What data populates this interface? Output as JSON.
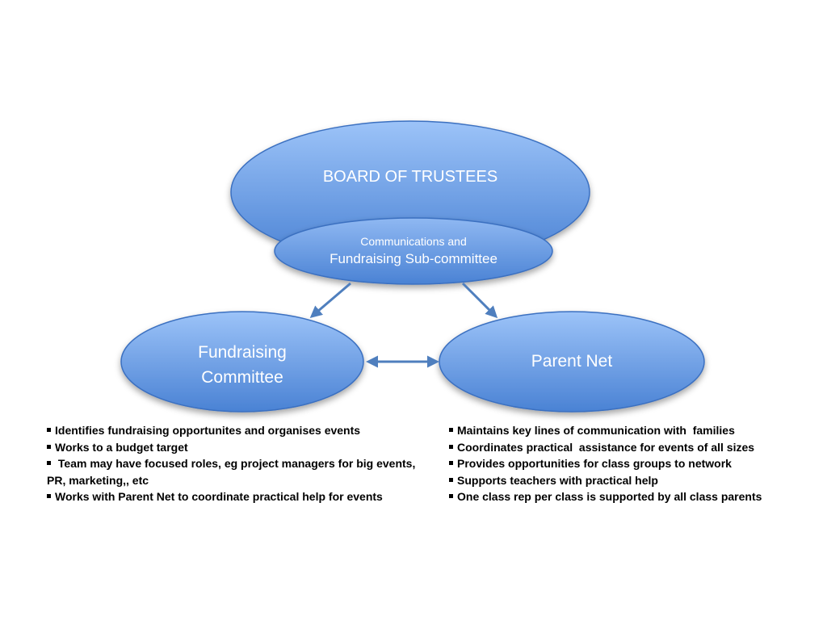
{
  "board": {
    "title": "BOARD OF TRUSTEES"
  },
  "subcommittee": {
    "line1": "Communications and",
    "line2": "Fundraising Sub-committee"
  },
  "fundraising": {
    "title_line1": "Fundraising",
    "title_line2": "Committee",
    "bullets": [
      "Identifies fundraising opportunites and organises events",
      "Works to a budget target",
      " Team may have focused roles, eg project managers for big events, PR, marketing,, etc",
      "Works with Parent Net to coordinate practical help for events"
    ]
  },
  "parent_net": {
    "title": "Parent Net",
    "bullets": [
      "Maintains key lines of communication with  families",
      "Coordinates practical  assistance for events of all sizes",
      "Provides opportunities for class groups to network",
      "Supports teachers with practical help",
      "One class rep per class is supported by all class parents"
    ]
  },
  "colors": {
    "node_fill_top": "#9cc3f8",
    "node_fill_bottom": "#4a82d4",
    "node_stroke": "#3a6fc0",
    "arrow": "#4f7fbe",
    "text_on_node": "#ffffff",
    "bullet_text": "#000000"
  }
}
